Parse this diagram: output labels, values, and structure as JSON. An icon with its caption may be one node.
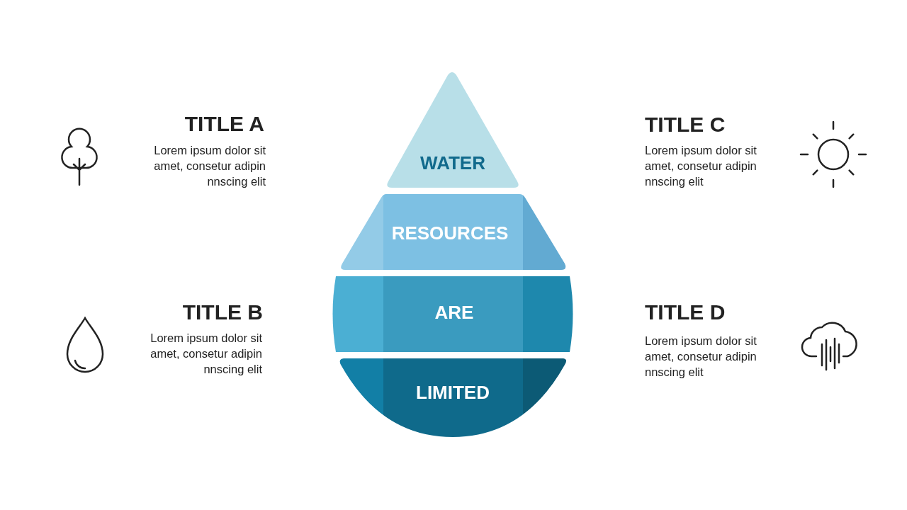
{
  "diagram": {
    "nodes": [
      {
        "text": [
          "WATER"
        ]
      },
      {
        "text": [
          "RESOURCES"
        ]
      },
      {
        "text": [
          "ARE"
        ]
      },
      {
        "text": [
          "LIMITED"
        ]
      }
    ],
    "labels": [
      "TITLE A",
      "Lorem ipsum dolor sit amet, consetur adipin nnscing elit",
      "TITLE C",
      "Lorem ipsum dolor sit amet, consetur adipin nnscing elit",
      "TITLE B",
      "Lorem ipsum dolor sit amet, consetur adipin nnscing elit",
      "TITLE D",
      "Lorem ipsum dolor sit amet, consetur adipin nnscing elit"
    ]
  }
}
